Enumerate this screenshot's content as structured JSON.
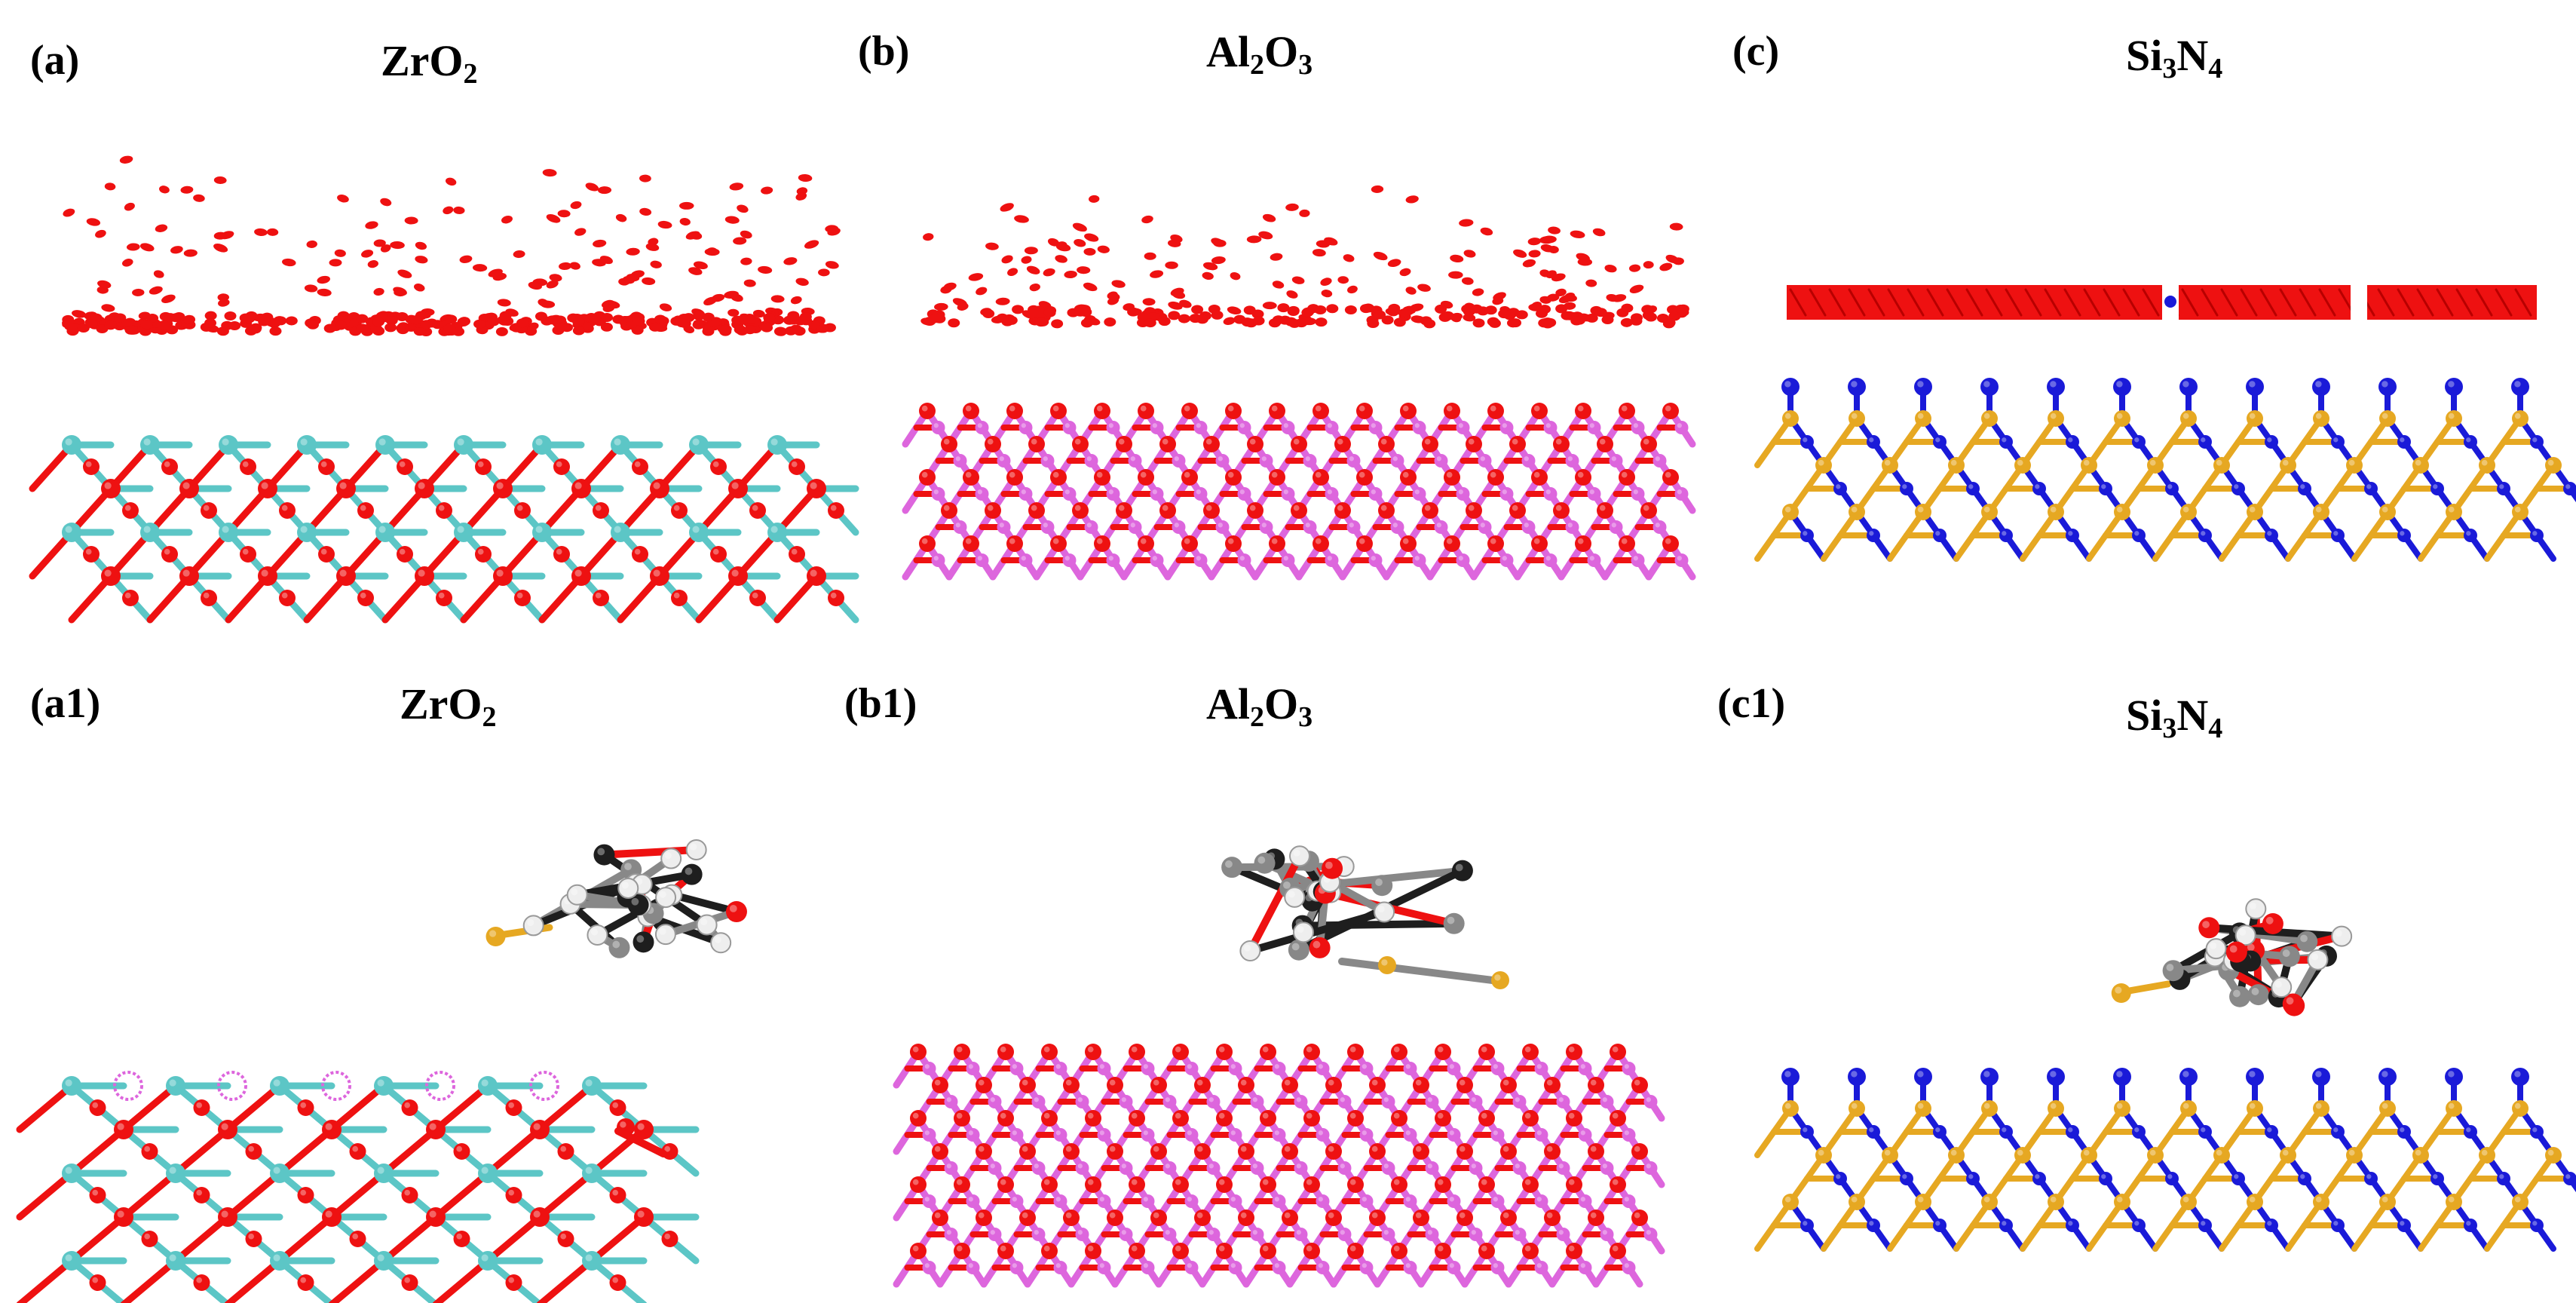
{
  "panels": [
    {
      "label": "(a)",
      "material": {
        "base": "ZrO",
        "sub": "2"
      }
    },
    {
      "label": "(b)",
      "material": {
        "base": "Al",
        "sub": "2",
        "base2": "O",
        "sub2": "3"
      }
    },
    {
      "label": "(c)",
      "material": {
        "base": "Si",
        "sub": "3",
        "base2": "N",
        "sub2": "4"
      }
    },
    {
      "label": "(a1)",
      "material": {
        "base": "ZrO",
        "sub": "2"
      }
    },
    {
      "label": "(b1)",
      "material": {
        "base": "Al",
        "sub": "2",
        "base2": "O",
        "sub2": "3"
      }
    },
    {
      "label": "(c1)",
      "material": {
        "base": "Si",
        "sub": "3",
        "base2": "N",
        "sub2": "4"
      }
    }
  ],
  "colors": {
    "oxygen": "#ee1111",
    "zirconium": "#5cc6c6",
    "aluminum": "#dd66dd",
    "silicon": "#e6a822",
    "nitrogen": "#1a1ad8",
    "carbon": "#1e1e1e",
    "carbon_light": "#888888",
    "hydrogen": "#eeeeee"
  }
}
